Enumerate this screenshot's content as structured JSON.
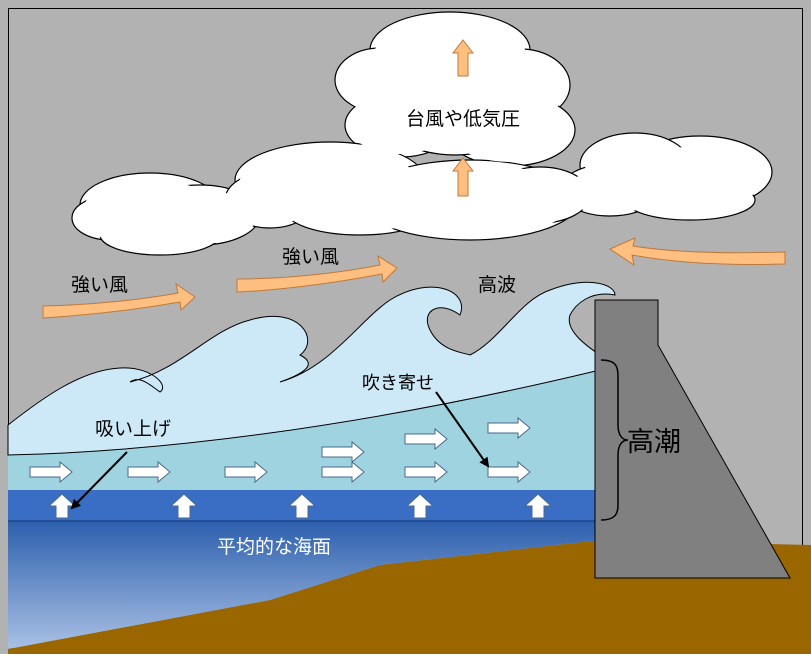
{
  "labels": {
    "typhoon": "台風や低気圧",
    "strong_wind_1": "強い風",
    "strong_wind_2": "強い風",
    "high_waves": "高波",
    "wind_setup": "吹き寄せ",
    "suction": "吸い上げ",
    "storm_surge": "高潮",
    "mean_sea_level": "平均的な海面"
  },
  "colors": {
    "sky": "#b2b2b2",
    "cloud": "#ffffff",
    "wind_arrow": "#ffbf80",
    "wave": "#cde9f7",
    "surge_water": "#9fd3df",
    "raised_sea": "#3a6ec4",
    "sea_top": "#2c5fad",
    "sea_bottom": "#a7bfe3",
    "ground": "#996600",
    "seawall": "#808080"
  }
}
